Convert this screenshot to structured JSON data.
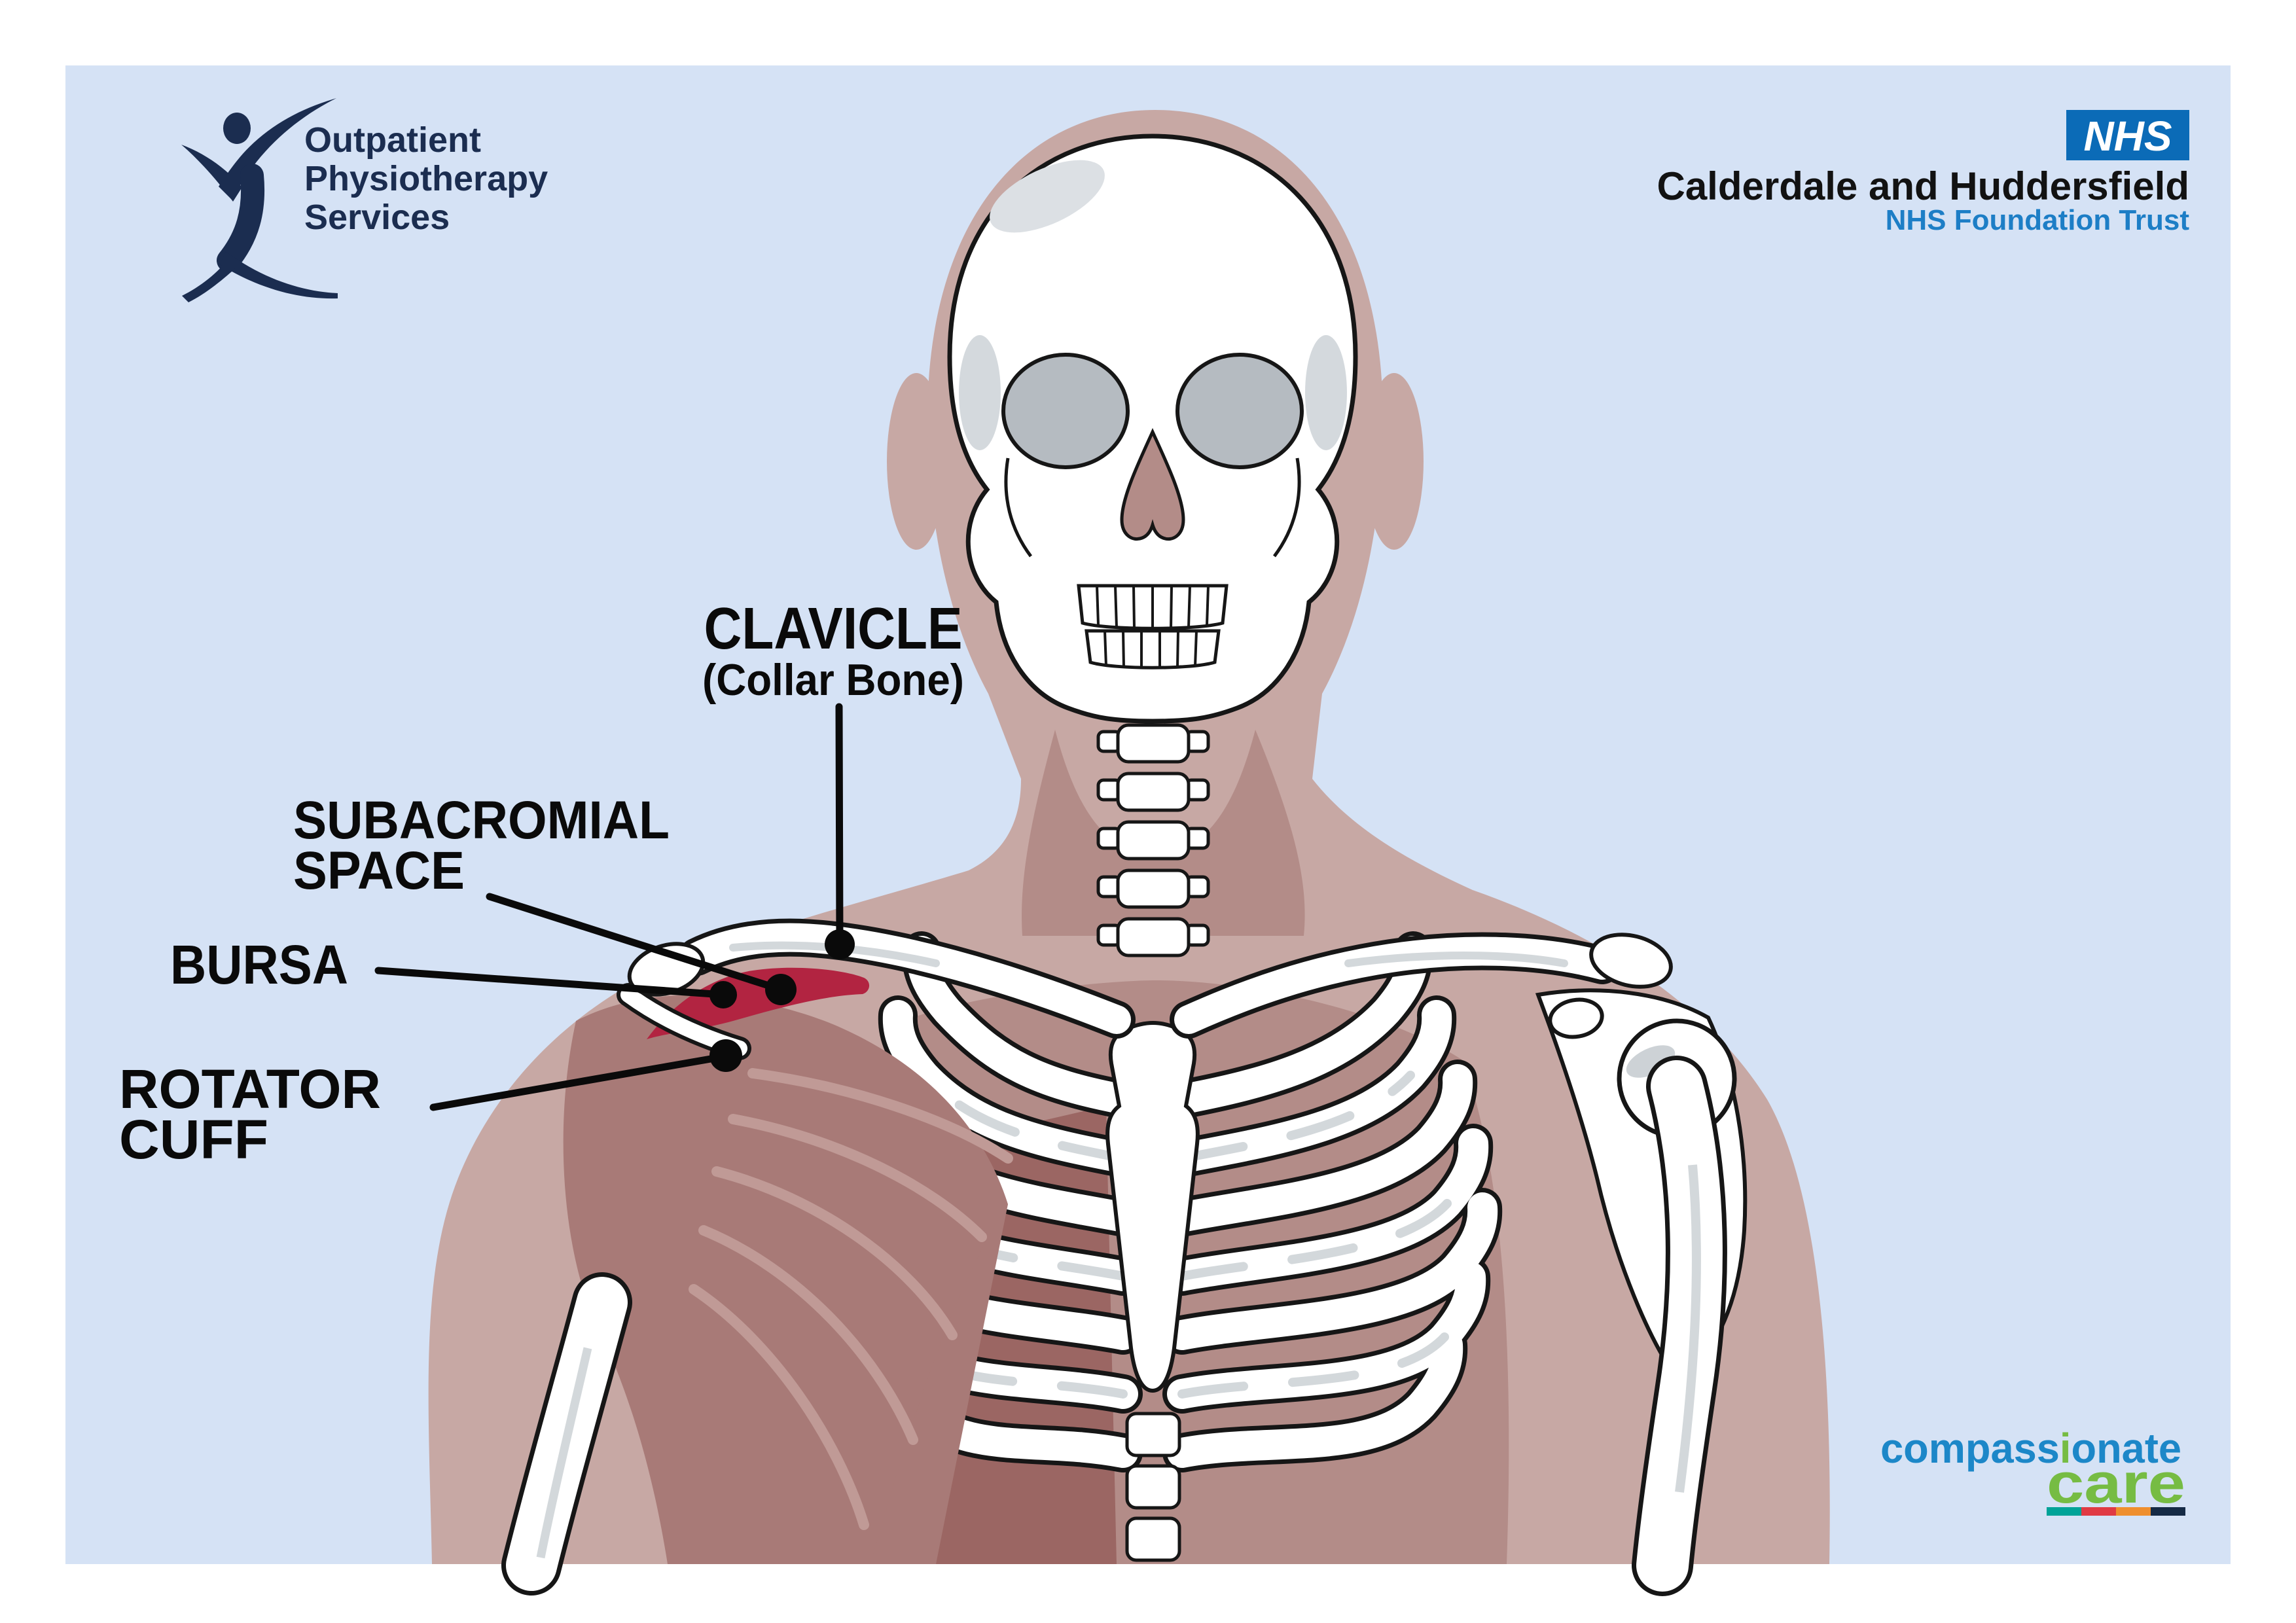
{
  "labels": {
    "clavicle": {
      "title": "CLAVICLE",
      "subtitle": "(Collar Bone)"
    },
    "subacromial": {
      "line1": "SUBACROMIAL",
      "line2": "SPACE"
    },
    "bursa": {
      "text": "BURSA"
    },
    "rotator": {
      "line1": "ROTATOR",
      "line2": "CUFF"
    }
  },
  "logos": {
    "physio": {
      "line1": "Outpatient",
      "line2": "Physiotherapy",
      "line3": "Services"
    },
    "nhs": {
      "acronym": "NHS",
      "trust": "Calderdale and Huddersfield",
      "subtitle": "NHS Foundation Trust"
    },
    "compassionate_care": {
      "part1": "compass",
      "part2": "i",
      "part3": "onate",
      "word2": "care"
    }
  },
  "colors": {
    "page_background": "#FFFFFF",
    "panel_background": "#D5E2F5",
    "silhouette": "#C7A8A4",
    "silhouette_shadow": "#B38C88",
    "rib_shadow": "#9B6663",
    "muscle": "#A87A77",
    "muscle_streak": "#C09A96",
    "bursa_red": "#B22441",
    "bone_white": "#FFFFFF",
    "bone_outline": "#161616",
    "label_black": "#0A0A0A",
    "physio_navy": "#1B2D50",
    "nhs_blue": "#0B6BB7",
    "nhs_subtitle_blue": "#1D7EC6",
    "care_blue": "#1C87C8",
    "care_green": "#76BC43",
    "care_bar_teal": "#00A398",
    "care_bar_red": "#E03A44",
    "care_bar_orange": "#EF8F2E",
    "care_bar_navy": "#152A45"
  }
}
